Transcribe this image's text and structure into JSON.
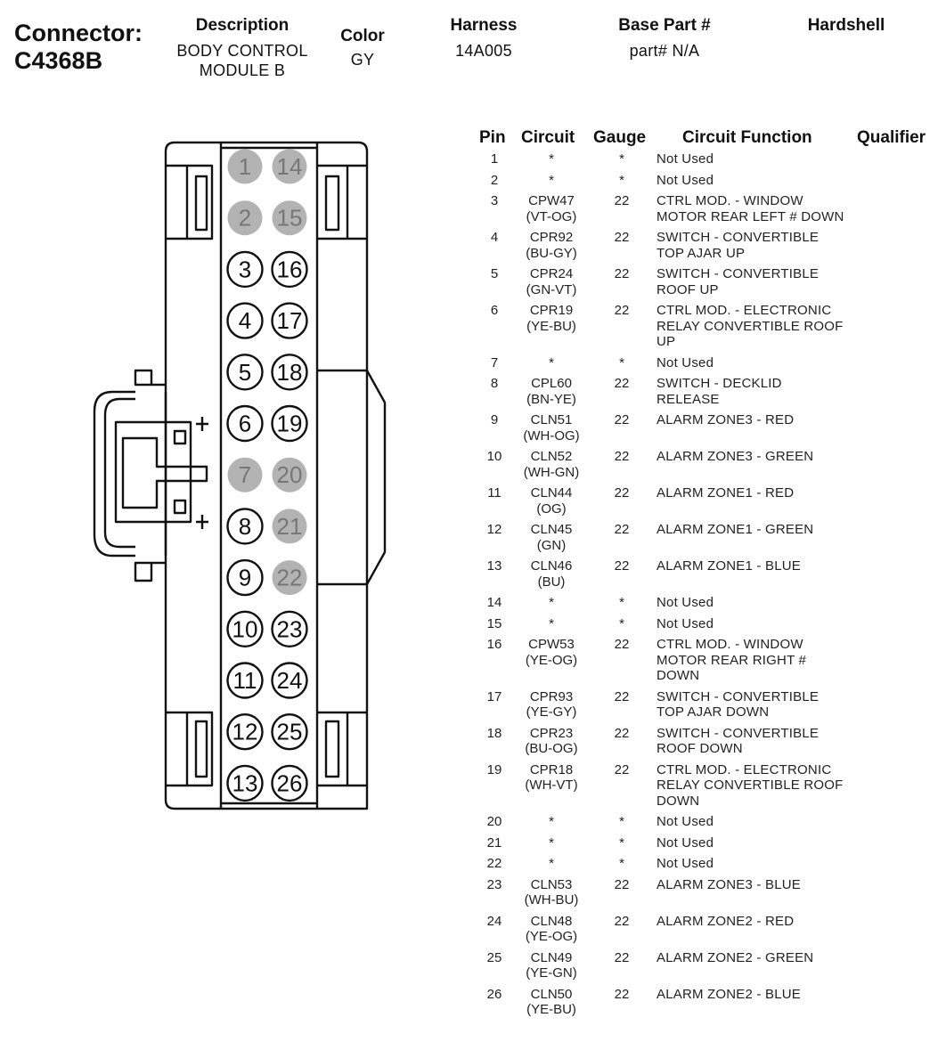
{
  "header": {
    "connector_label": "Connector:",
    "connector_id": "C4368B",
    "description_label": "Description",
    "description_value": [
      "BODY CONTROL",
      "MODULE B"
    ],
    "color_label": "Color",
    "color_value": "GY",
    "harness_label": "Harness",
    "harness_value": "14A005",
    "base_part_label": "Base Part #",
    "base_part_value": "part# N/A",
    "hardshell_label": "Hardshell"
  },
  "table": {
    "headers": {
      "pin": "Pin",
      "circuit": "Circuit",
      "gauge": "Gauge",
      "function": "Circuit Function",
      "qualifier": "Qualifier"
    },
    "rows": [
      {
        "pin": "1",
        "circuit": [
          "*"
        ],
        "gauge": "*",
        "function": [
          "Not Used"
        ],
        "qualifier": ""
      },
      {
        "pin": "2",
        "circuit": [
          "*"
        ],
        "gauge": "*",
        "function": [
          "Not Used"
        ],
        "qualifier": ""
      },
      {
        "pin": "3",
        "circuit": [
          "CPW47",
          "(VT-OG)"
        ],
        "gauge": "22",
        "function": [
          "CTRL MOD. - WINDOW",
          "MOTOR REAR LEFT # DOWN"
        ],
        "qualifier": ""
      },
      {
        "pin": "4",
        "circuit": [
          "CPR92",
          "(BU-GY)"
        ],
        "gauge": "22",
        "function": [
          "SWITCH - CONVERTIBLE",
          "TOP AJAR UP"
        ],
        "qualifier": ""
      },
      {
        "pin": "5",
        "circuit": [
          "CPR24",
          "(GN-VT)"
        ],
        "gauge": "22",
        "function": [
          "SWITCH - CONVERTIBLE",
          "ROOF UP"
        ],
        "qualifier": ""
      },
      {
        "pin": "6",
        "circuit": [
          "CPR19",
          "(YE-BU)"
        ],
        "gauge": "22",
        "function": [
          "CTRL MOD. - ELECTRONIC",
          "RELAY CONVERTIBLE ROOF",
          "UP"
        ],
        "qualifier": ""
      },
      {
        "pin": "7",
        "circuit": [
          "*"
        ],
        "gauge": "*",
        "function": [
          "Not Used"
        ],
        "qualifier": ""
      },
      {
        "pin": "8",
        "circuit": [
          "CPL60",
          "(BN-YE)"
        ],
        "gauge": "22",
        "function": [
          "SWITCH - DECKLID",
          "RELEASE"
        ],
        "qualifier": ""
      },
      {
        "pin": "9",
        "circuit": [
          "CLN51",
          "(WH-OG)"
        ],
        "gauge": "22",
        "function": [
          "ALARM ZONE3 - RED"
        ],
        "qualifier": ""
      },
      {
        "pin": "10",
        "circuit": [
          "CLN52",
          "(WH-GN)"
        ],
        "gauge": "22",
        "function": [
          "ALARM ZONE3 - GREEN"
        ],
        "qualifier": ""
      },
      {
        "pin": "11",
        "circuit": [
          "CLN44",
          "(OG)"
        ],
        "gauge": "22",
        "function": [
          "ALARM ZONE1 - RED"
        ],
        "qualifier": ""
      },
      {
        "pin": "12",
        "circuit": [
          "CLN45",
          "(GN)"
        ],
        "gauge": "22",
        "function": [
          "ALARM ZONE1 - GREEN"
        ],
        "qualifier": ""
      },
      {
        "pin": "13",
        "circuit": [
          "CLN46",
          "(BU)"
        ],
        "gauge": "22",
        "function": [
          "ALARM ZONE1 - BLUE"
        ],
        "qualifier": ""
      },
      {
        "pin": "14",
        "circuit": [
          "*"
        ],
        "gauge": "*",
        "function": [
          "Not Used"
        ],
        "qualifier": ""
      },
      {
        "pin": "15",
        "circuit": [
          "*"
        ],
        "gauge": "*",
        "function": [
          "Not Used"
        ],
        "qualifier": ""
      },
      {
        "pin": "16",
        "circuit": [
          "CPW53",
          "(YE-OG)"
        ],
        "gauge": "22",
        "function": [
          "CTRL MOD. - WINDOW",
          "MOTOR REAR RIGHT #",
          "DOWN"
        ],
        "qualifier": ""
      },
      {
        "pin": "17",
        "circuit": [
          "CPR93",
          "(YE-GY)"
        ],
        "gauge": "22",
        "function": [
          "SWITCH - CONVERTIBLE",
          "TOP AJAR DOWN"
        ],
        "qualifier": ""
      },
      {
        "pin": "18",
        "circuit": [
          "CPR23",
          "(BU-OG)"
        ],
        "gauge": "22",
        "function": [
          "SWITCH - CONVERTIBLE",
          "ROOF DOWN"
        ],
        "qualifier": ""
      },
      {
        "pin": "19",
        "circuit": [
          "CPR18",
          "(WH-VT)"
        ],
        "gauge": "22",
        "function": [
          "CTRL MOD. - ELECTRONIC",
          "RELAY CONVERTIBLE ROOF",
          "DOWN"
        ],
        "qualifier": ""
      },
      {
        "pin": "20",
        "circuit": [
          "*"
        ],
        "gauge": "*",
        "function": [
          "Not Used"
        ],
        "qualifier": ""
      },
      {
        "pin": "21",
        "circuit": [
          "*"
        ],
        "gauge": "*",
        "function": [
          "Not Used"
        ],
        "qualifier": ""
      },
      {
        "pin": "22",
        "circuit": [
          "*"
        ],
        "gauge": "*",
        "function": [
          "Not Used"
        ],
        "qualifier": ""
      },
      {
        "pin": "23",
        "circuit": [
          "CLN53",
          "(WH-BU)"
        ],
        "gauge": "22",
        "function": [
          "ALARM ZONE3 - BLUE"
        ],
        "qualifier": ""
      },
      {
        "pin": "24",
        "circuit": [
          "CLN48",
          "(YE-OG)"
        ],
        "gauge": "22",
        "function": [
          "ALARM ZONE2 - RED"
        ],
        "qualifier": ""
      },
      {
        "pin": "25",
        "circuit": [
          "CLN49",
          "(YE-GN)"
        ],
        "gauge": "22",
        "function": [
          "ALARM ZONE2 - GREEN"
        ],
        "qualifier": ""
      },
      {
        "pin": "26",
        "circuit": [
          "CLN50",
          "(YE-BU)"
        ],
        "gauge": "22",
        "function": [
          "ALARM ZONE2 - BLUE"
        ],
        "qualifier": ""
      }
    ]
  },
  "connector_face": {
    "left_column_pins": [
      "1",
      "2",
      "3",
      "4",
      "5",
      "6",
      "7",
      "8",
      "9",
      "10",
      "11",
      "12",
      "13"
    ],
    "right_column_pins": [
      "14",
      "15",
      "16",
      "17",
      "18",
      "19",
      "20",
      "21",
      "22",
      "23",
      "24",
      "25",
      "26"
    ],
    "unused_pins": [
      "1",
      "2",
      "7",
      "14",
      "15",
      "20",
      "21",
      "22"
    ],
    "unused_fill_color": "#b3b3b3",
    "active_fill_color": "#ffffff"
  }
}
